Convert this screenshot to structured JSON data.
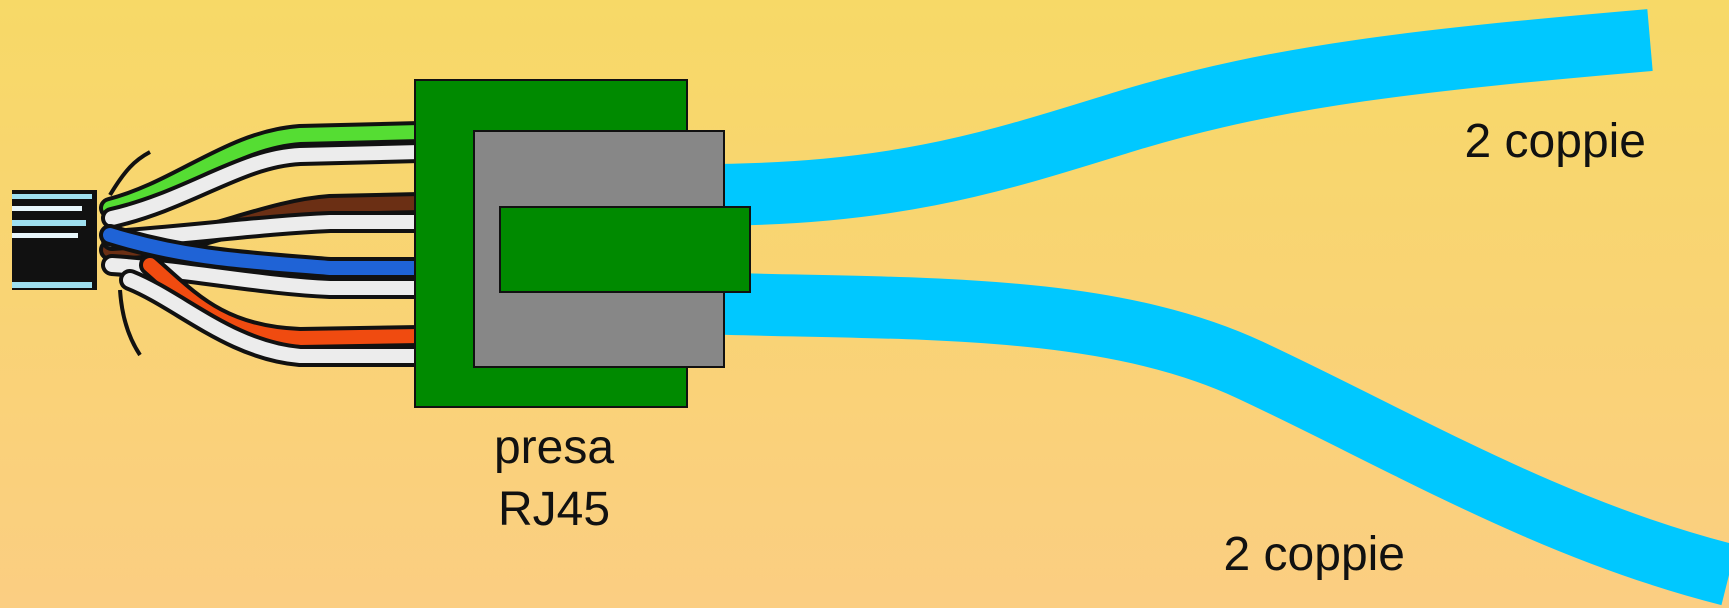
{
  "connector_label": "presa",
  "connector_model": "RJ45",
  "branch_top_label": "2 coppie",
  "branch_bottom_label": "2 coppie",
  "colors": {
    "background_top": "#f7d967",
    "background_bottom": "#fbce82",
    "connector_body": "#008a00",
    "connector_insert": "#878787",
    "branch_cable": "#00c8ff",
    "cable_jacket": "#111111",
    "wire_green": "#55dd33",
    "wire_brown": "#6b2f14",
    "wire_blue": "#1f63d6",
    "wire_orange": "#f04b10",
    "wire_white": "#ececec",
    "outline": "#111111"
  }
}
